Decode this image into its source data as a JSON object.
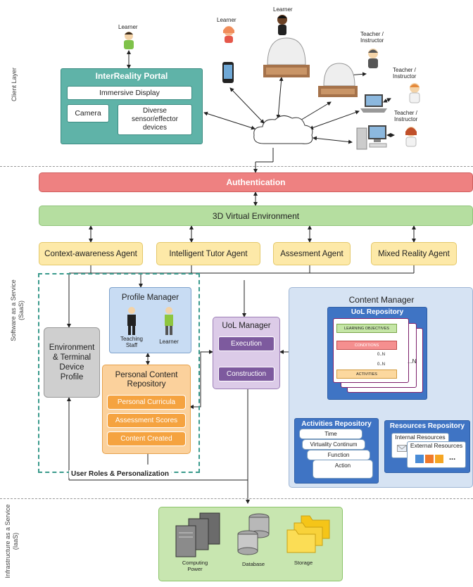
{
  "layers": {
    "client": "Client Layer",
    "saas": "Software as a Service\n(SaaS)",
    "iaas": "Infrastructure as a Service\n(IaaS)"
  },
  "users": {
    "learner_portal": "Learner",
    "learner_phone": "Learner",
    "learner_top": "Learner",
    "teacher1": "Teacher /\nInstructor",
    "teacher2": "Teacher /\nInstructor",
    "teacher3": "Teacher /\nInstructor"
  },
  "portal": {
    "title": "InterReality Portal",
    "immersive": "Immersive Display",
    "camera": "Camera",
    "sensors": "Diverse\nsensor/effector\ndevices"
  },
  "authentication": "Authentication",
  "virtual_env": "3D Virtual Environment",
  "agents": [
    "Context-awareness Agent",
    "Intelligent Tutor  Agent",
    "Assesment  Agent",
    "Mixed Reality Agent"
  ],
  "env_profile": "Environment\n& Terminal\nDevice\nProfile",
  "profile_manager": {
    "title": "Profile Manager",
    "staff": "Teaching\nStaff",
    "learner": "Learner"
  },
  "pcr": {
    "title": "Personal Content\nRepository",
    "items": [
      "Personal Curricula",
      "Assessment Scores",
      "Content Created"
    ]
  },
  "user_roles": "User Roles & Personalization",
  "uol_manager": {
    "title": "UoL Manager",
    "execution": "Execution",
    "construction": "Construction"
  },
  "content_manager": {
    "title": "Content Manager",
    "uol_repo": "UoL Repository",
    "objectives": "LEARNING OBJECTIVES",
    "conditions": "CONDITIONS",
    "activities": "ACTIVITIES",
    "zero_n_1": "0..N",
    "zero_n_2": "0..N",
    "dots_n": "...N"
  },
  "activities_repo": {
    "title": "Activities Repository",
    "items": [
      "Time",
      "Virtuality Continum",
      "Function",
      "Action"
    ]
  },
  "resources_repo": {
    "title": "Resources Repository",
    "internal": "Internal Resources",
    "external": "External Resources",
    "more": "..."
  },
  "infra": {
    "computing": "Computing\nPower",
    "database": "Database",
    "storage": "Storage"
  }
}
